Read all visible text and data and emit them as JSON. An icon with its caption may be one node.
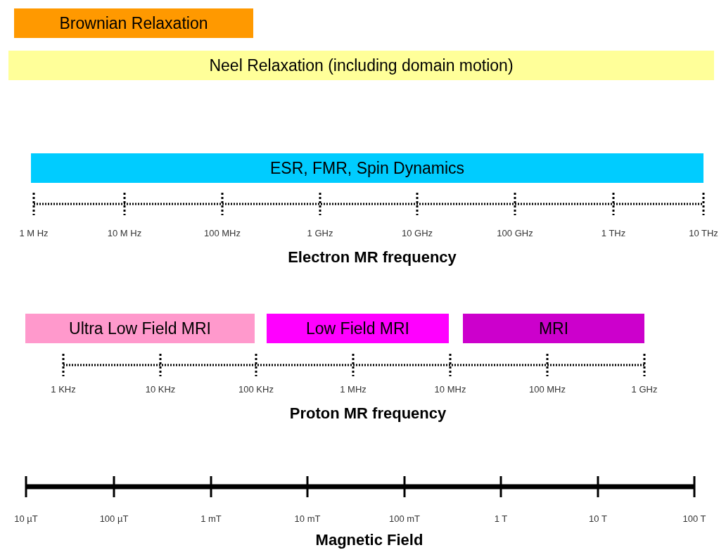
{
  "diagram": {
    "nodes": [
      {
        "text": [
          "Brownian Relaxation"
        ]
      },
      {
        "text": [
          "Neel Relaxation (including domain motion)"
        ]
      },
      {
        "text": [
          "ESR, FMR, Spin Dynamics"
        ]
      },
      {
        "text": [
          "Ultra Low Field MRI"
        ]
      },
      {
        "text": [
          "Low Field MRI"
        ]
      },
      {
        "text": [
          "MRI"
        ]
      }
    ],
    "edges": [],
    "labels": [
      "1 M Hz",
      "10 M Hz",
      "100 MHz",
      "1 GHz",
      "10 GHz",
      "100 GHz",
      "1 THz",
      "10 THz",
      "Electron MR frequency",
      "1 KHz",
      "10 KHz",
      "100 KHz",
      "1 MHz",
      "10 MHz",
      "100 MHz",
      "1 GHz",
      "Proton MR frequency",
      "10 µT",
      "100 µT",
      "1 mT",
      "10 mT",
      "100 mT",
      "1 T",
      "10 T",
      "100 T",
      "Magnetic Field"
    ]
  }
}
